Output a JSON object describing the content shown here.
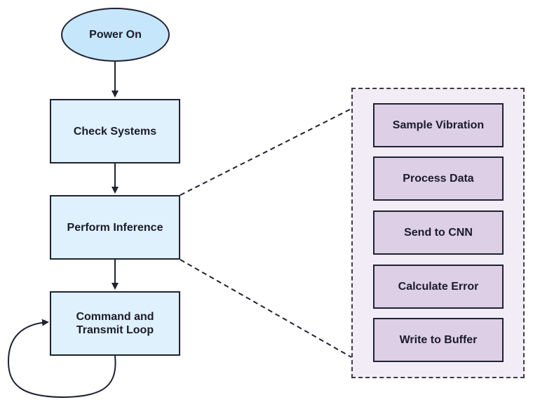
{
  "flow": {
    "start": "Power On",
    "steps": [
      "Check Systems",
      "Perform Inference",
      "Command and\nTransmit Loop"
    ]
  },
  "inference_detail": {
    "steps": [
      "Sample Vibration",
      "Process Data",
      "Send to CNN",
      "Calculate Error",
      "Write to Buffer"
    ]
  },
  "colors": {
    "start_fill": "#c6e6fb",
    "step_fill": "#dff1fc",
    "detail_panel_fill": "#f1ecf6",
    "detail_step_fill": "#dccfe6",
    "stroke": "#1f2233"
  }
}
